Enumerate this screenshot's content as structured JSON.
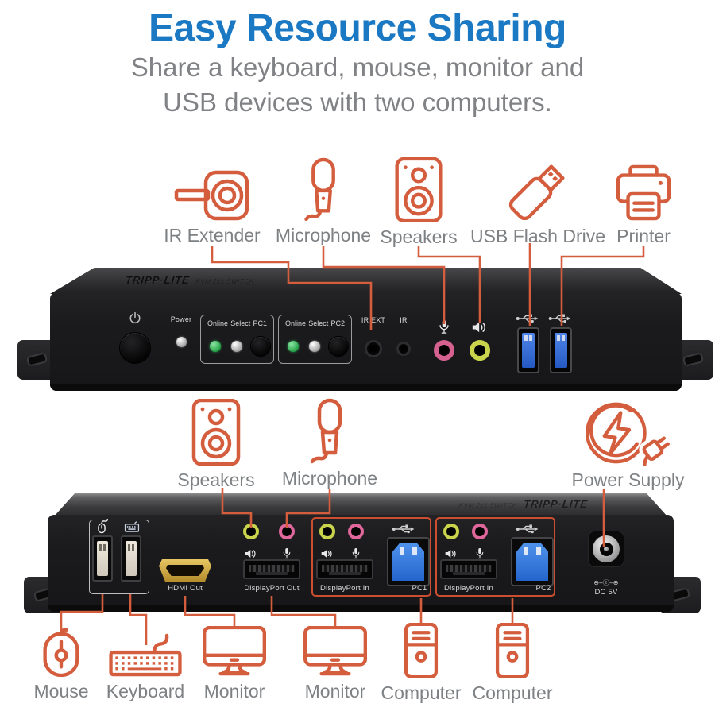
{
  "theme": {
    "accent_orange": "#d45d3d",
    "title_blue": "#1b79c4",
    "label_gray": "#7e8184",
    "box_red": "#cb4e31"
  },
  "header": {
    "title": "Easy Resource Sharing",
    "subtitle_line1": "Share a keyboard, mouse, monitor and",
    "subtitle_line2": "USB devices with two computers."
  },
  "top_icons": [
    {
      "id": "ir-extender",
      "label": "IR Extender"
    },
    {
      "id": "microphone",
      "label": "Microphone"
    },
    {
      "id": "speakers",
      "label": "Speakers"
    },
    {
      "id": "usb-flash-drive",
      "label": "USB Flash Drive"
    },
    {
      "id": "printer",
      "label": "Printer"
    }
  ],
  "middle_icons": [
    {
      "id": "speakers",
      "label": "Speakers"
    },
    {
      "id": "microphone",
      "label": "Microphone"
    },
    {
      "id": "power-supply",
      "label": "Power Supply"
    }
  ],
  "bottom_icons": [
    {
      "id": "mouse",
      "label": "Mouse"
    },
    {
      "id": "keyboard",
      "label": "Keyboard"
    },
    {
      "id": "monitor",
      "label": "Monitor"
    },
    {
      "id": "monitor-2",
      "label": "Monitor"
    },
    {
      "id": "computer",
      "label": "Computer"
    },
    {
      "id": "computer-2",
      "label": "Computer"
    }
  ],
  "front_panel": {
    "brand": "TRIPP·LITE",
    "model": "KVM 2x1 SWITCH",
    "power_label": "Power",
    "groups": [
      {
        "online": "Online",
        "select": "Select",
        "pc": "PC1"
      },
      {
        "online": "Online",
        "select": "Select",
        "pc": "PC2"
      }
    ],
    "ir_ext_label": "IR EXT",
    "ir_label": "IR"
  },
  "back_panel": {
    "brand": "TRIPP·LITE",
    "model": "KVM 2x1 SWITCH",
    "hdmi_label": "HDMI Out",
    "dp_out_label": "DisplayPort Out",
    "inputs": [
      {
        "dp_label": "DisplayPort In",
        "pc_label": "PC1"
      },
      {
        "dp_label": "DisplayPort In",
        "pc_label": "PC2"
      }
    ],
    "dc_polarity": "⊖–ⓒ–⊕",
    "dc_label": "DC 5V"
  }
}
